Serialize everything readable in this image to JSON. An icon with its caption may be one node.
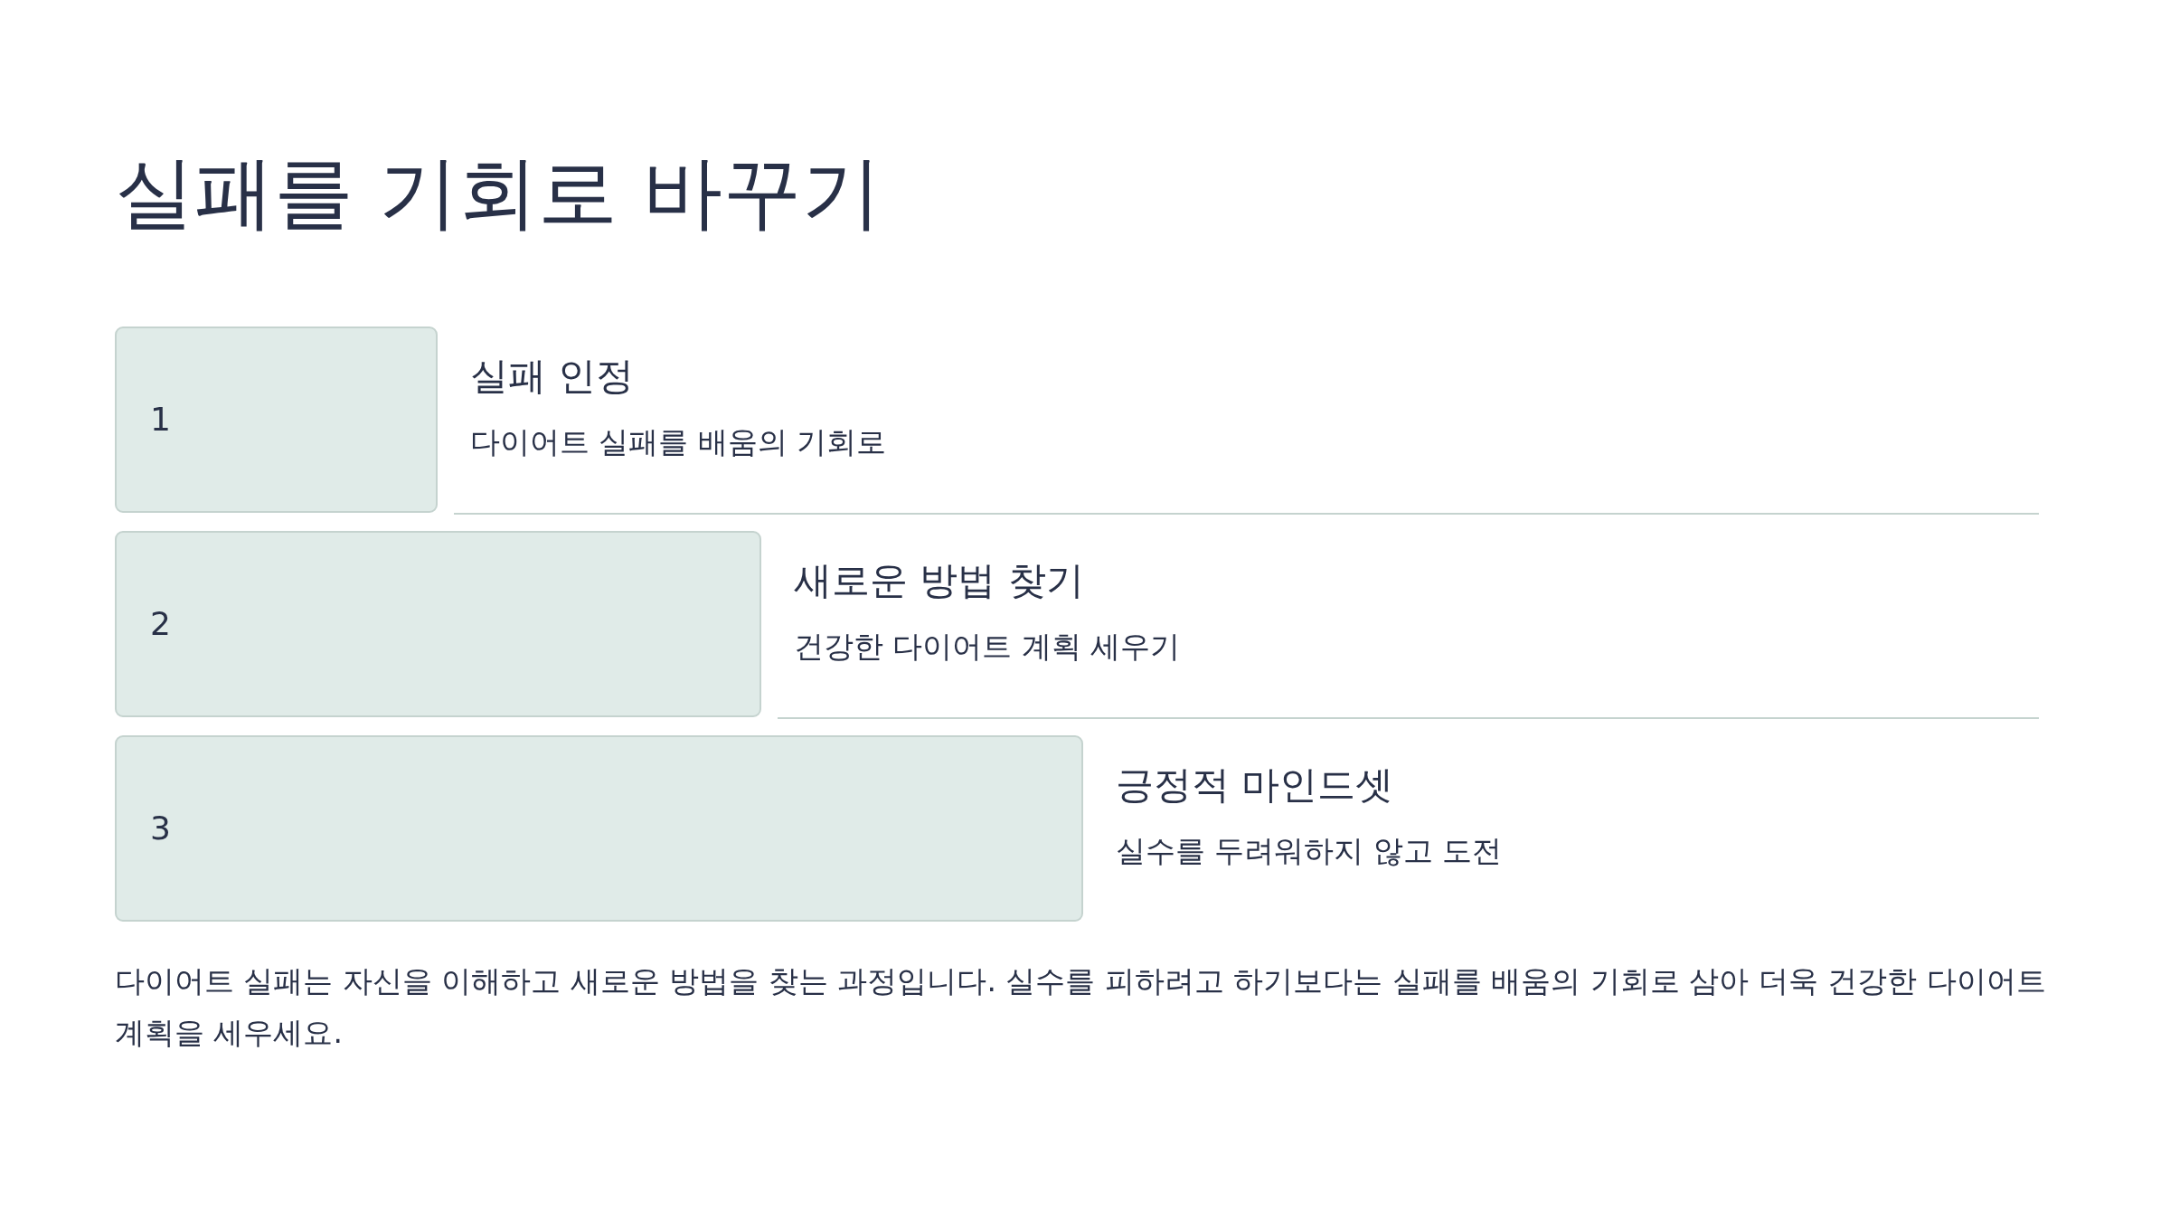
{
  "diagram": {
    "title": "실패를 기회로 바꾸기",
    "nodes": [
      {
        "text": [
          "1"
        ],
        "beside": [
          "실패 인정",
          "다이어트 실패를 배움의 기회로"
        ]
      },
      {
        "text": [
          "2"
        ],
        "beside": [
          "새로운 방법 찾기",
          "건강한 다이어트 계획 세우기"
        ]
      },
      {
        "text": [
          "3"
        ],
        "beside": [
          "긍정적 마인드셋",
          "실수를 두려워하지 않고 도전"
        ]
      }
    ],
    "caption": "다이어트 실패는 자신을 이해하고 새로운 방법을 찾는 과정입니다. 실수를 피하려고 하기보다는 실패를 배움의 기회로 삼아 더욱 건강한 다이어트 계획을 세우세요."
  }
}
